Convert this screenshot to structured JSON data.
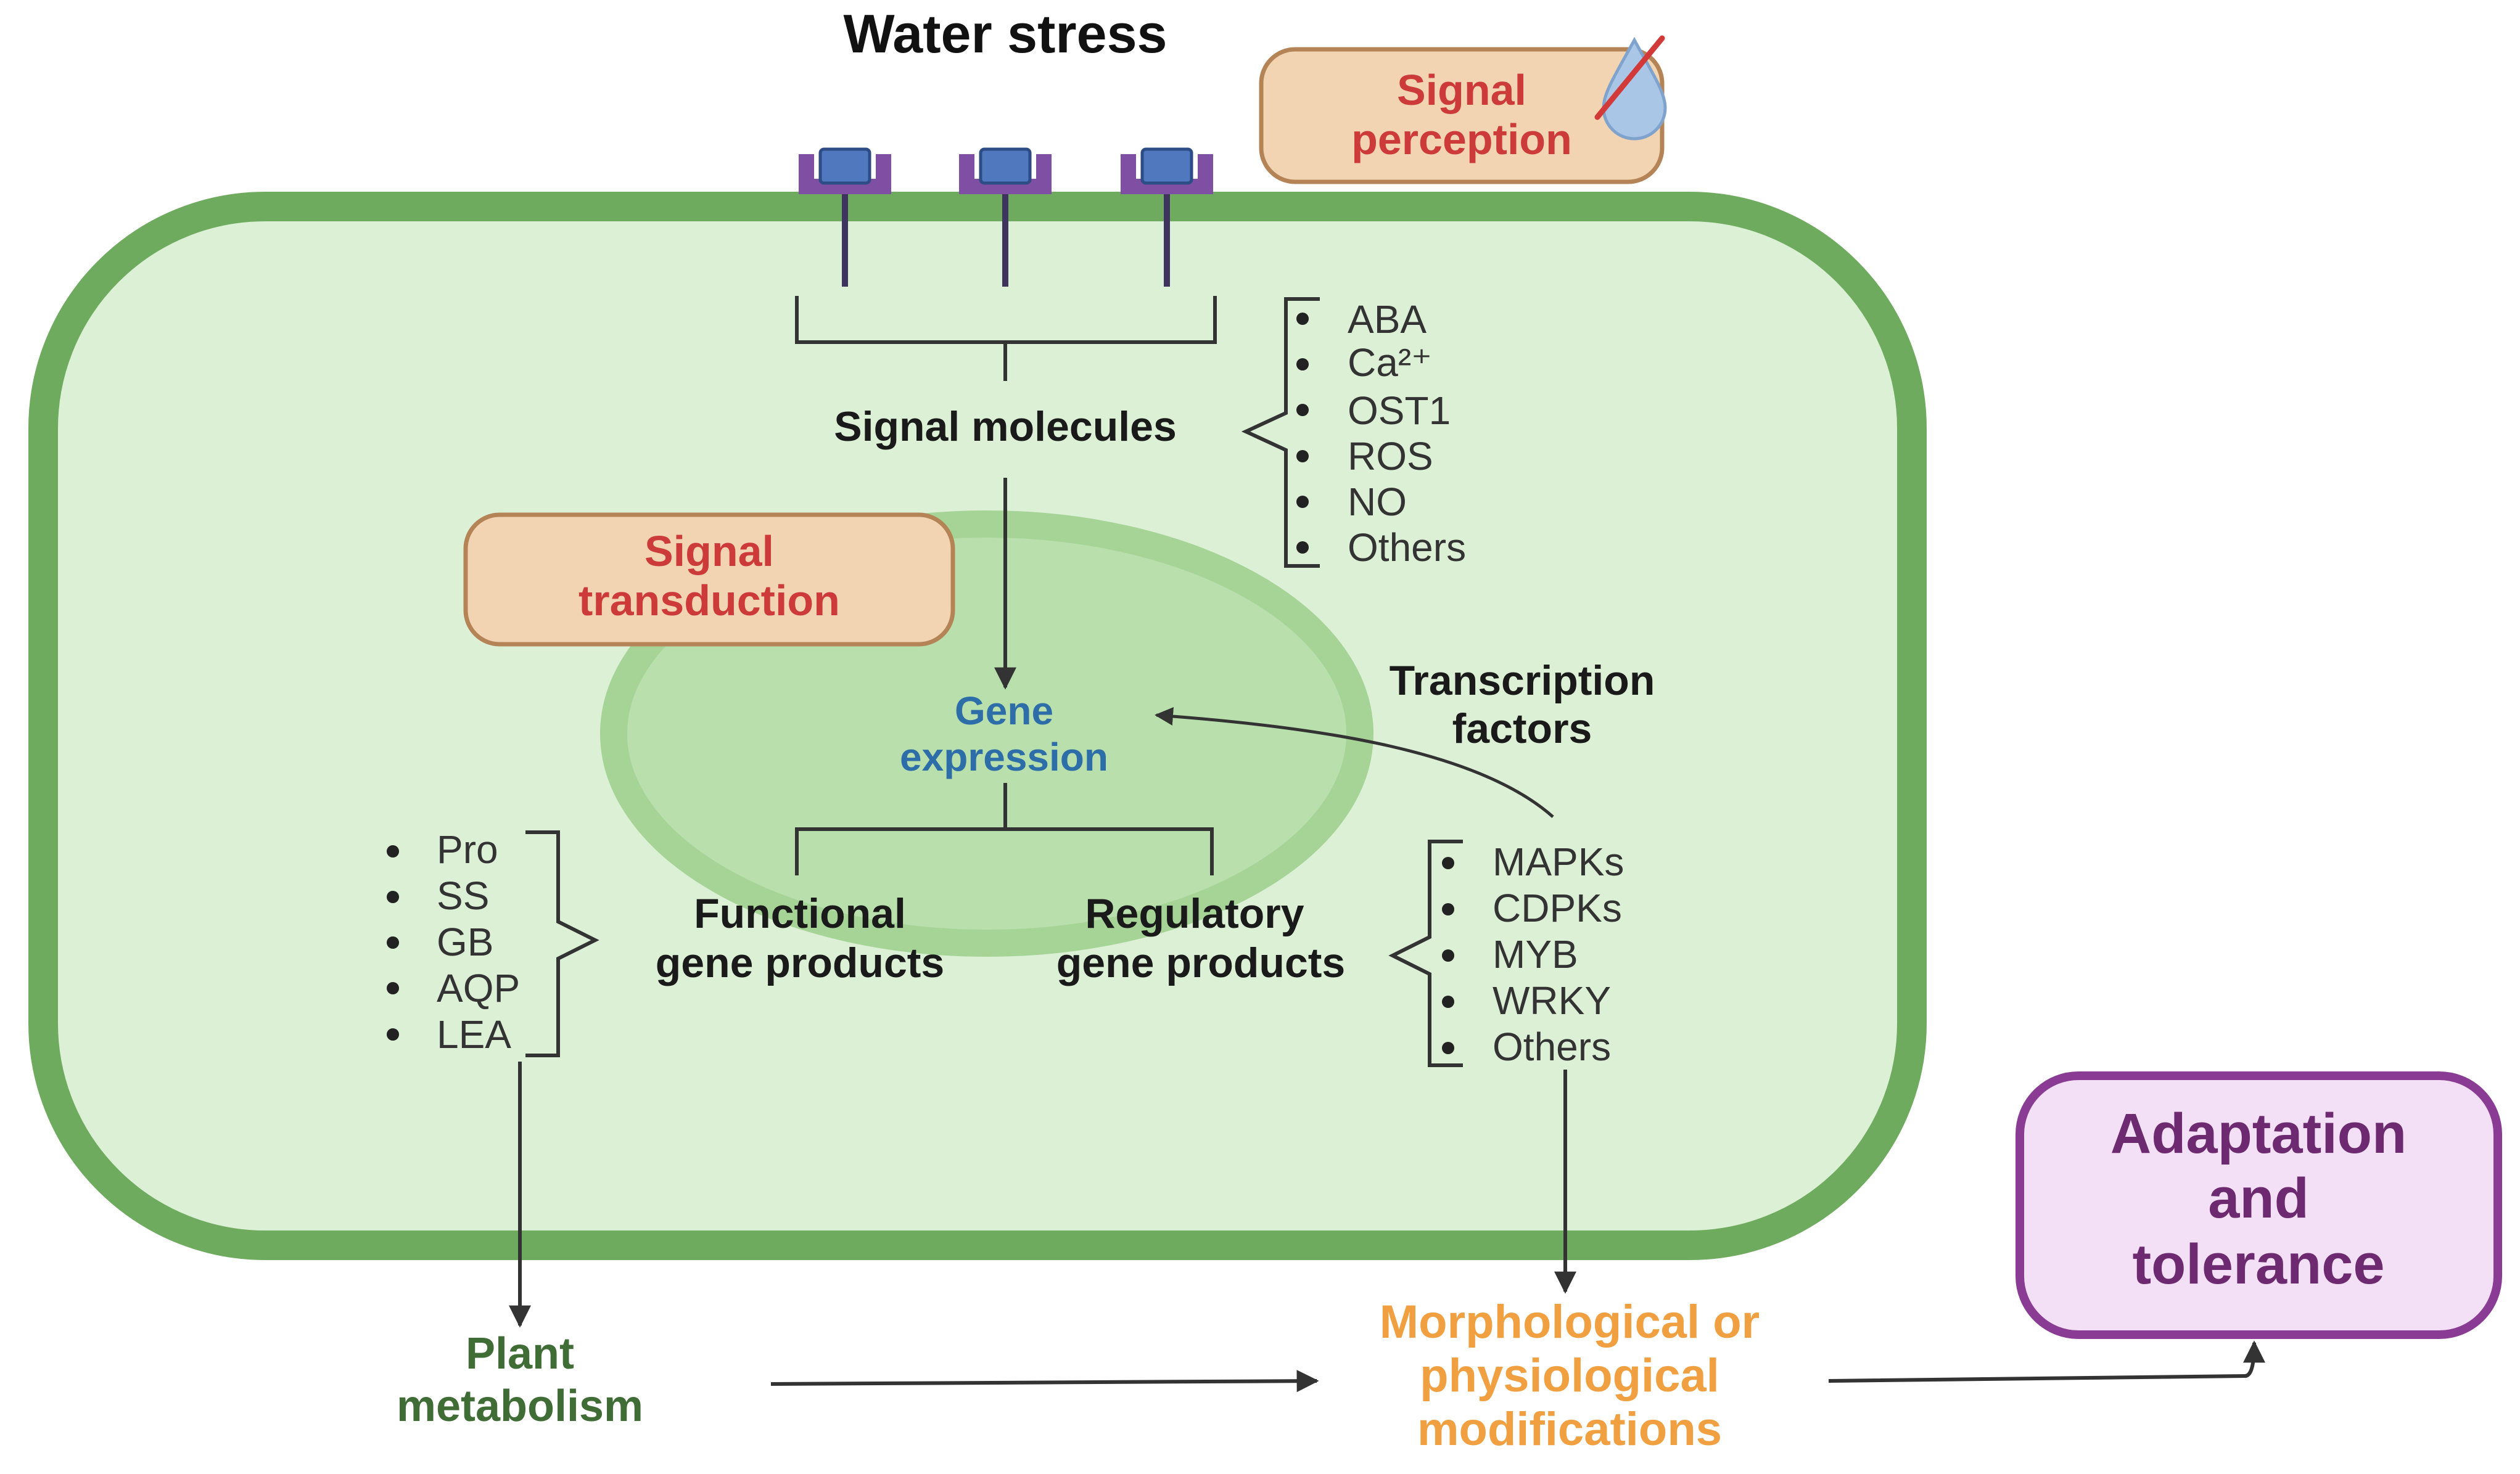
{
  "title": "Water stress",
  "signal_perception": {
    "line1": "Signal",
    "line2": "perception"
  },
  "signal_transduction": {
    "line1": "Signal",
    "line2": "transduction"
  },
  "signal_molecules": {
    "label": "Signal molecules",
    "items": [
      "ABA",
      "Ca²⁺",
      "OST1",
      "ROS",
      "NO",
      "Others"
    ]
  },
  "gene_expression": {
    "line1": "Gene",
    "line2": "expression"
  },
  "transcription_factors": {
    "line1": "Transcription",
    "line2": "factors"
  },
  "functional_products": {
    "line1": "Functional",
    "line2": "gene products",
    "items": [
      "Pro",
      "SS",
      "GB",
      "AQP",
      "LEA"
    ]
  },
  "regulatory_products": {
    "line1": "Regulatory",
    "line2": "gene products",
    "items": [
      "MAPKs",
      "CDPKs",
      "MYB",
      "WRKY",
      "Others"
    ]
  },
  "plant_metabolism": {
    "line1": "Plant",
    "line2": "metabolism"
  },
  "morph_modifications": {
    "line1": "Morphological or",
    "line2": "physiological",
    "line3": "modifications"
  },
  "adaptation": {
    "line1": "Adaptation",
    "line2": "and",
    "line3": "tolerance"
  },
  "colors": {
    "cell_fill": "#dcf0d6",
    "cell_border": "#6fab5f",
    "nucleus_fill": "#b9dfac",
    "nucleus_border": "#a6d496",
    "receptor_purple": "#7f4fa3",
    "receptor_blue": "#4f78bf",
    "orange_box_fill": "#f3d4b2",
    "orange_box_border": "#b58456",
    "red_text": "#cd3a3a",
    "gene_blue": "#2d6ea8",
    "metabolism_green": "#3f6d35",
    "morph_orange": "#f0a040",
    "adapt_border": "#8a3b94",
    "adapt_fill": "#f3e0f6",
    "adapt_text": "#6e2a70"
  }
}
